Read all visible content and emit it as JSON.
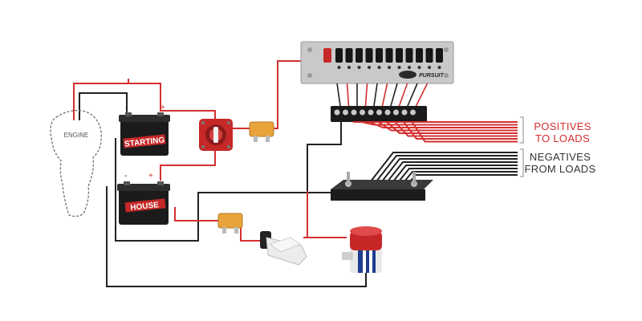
{
  "labels": {
    "engine": "ENGINE",
    "starting_battery": "STARTING",
    "house_battery": "HOUSE",
    "positive_sign": "+",
    "negative_sign": "-",
    "panel_brand": "PURSUIT",
    "positives_line1": "POSITIVES",
    "positives_line2": "TO LOADS",
    "negatives_line1": "NEGATIVES",
    "negatives_line2": "FROM LOADS"
  },
  "colors": {
    "positive_wire": "#d32f2f",
    "negative_wire": "#222222",
    "fuse": "#e8a33a",
    "battery_switch": "#c62828",
    "panel": "#c9c9cc"
  }
}
